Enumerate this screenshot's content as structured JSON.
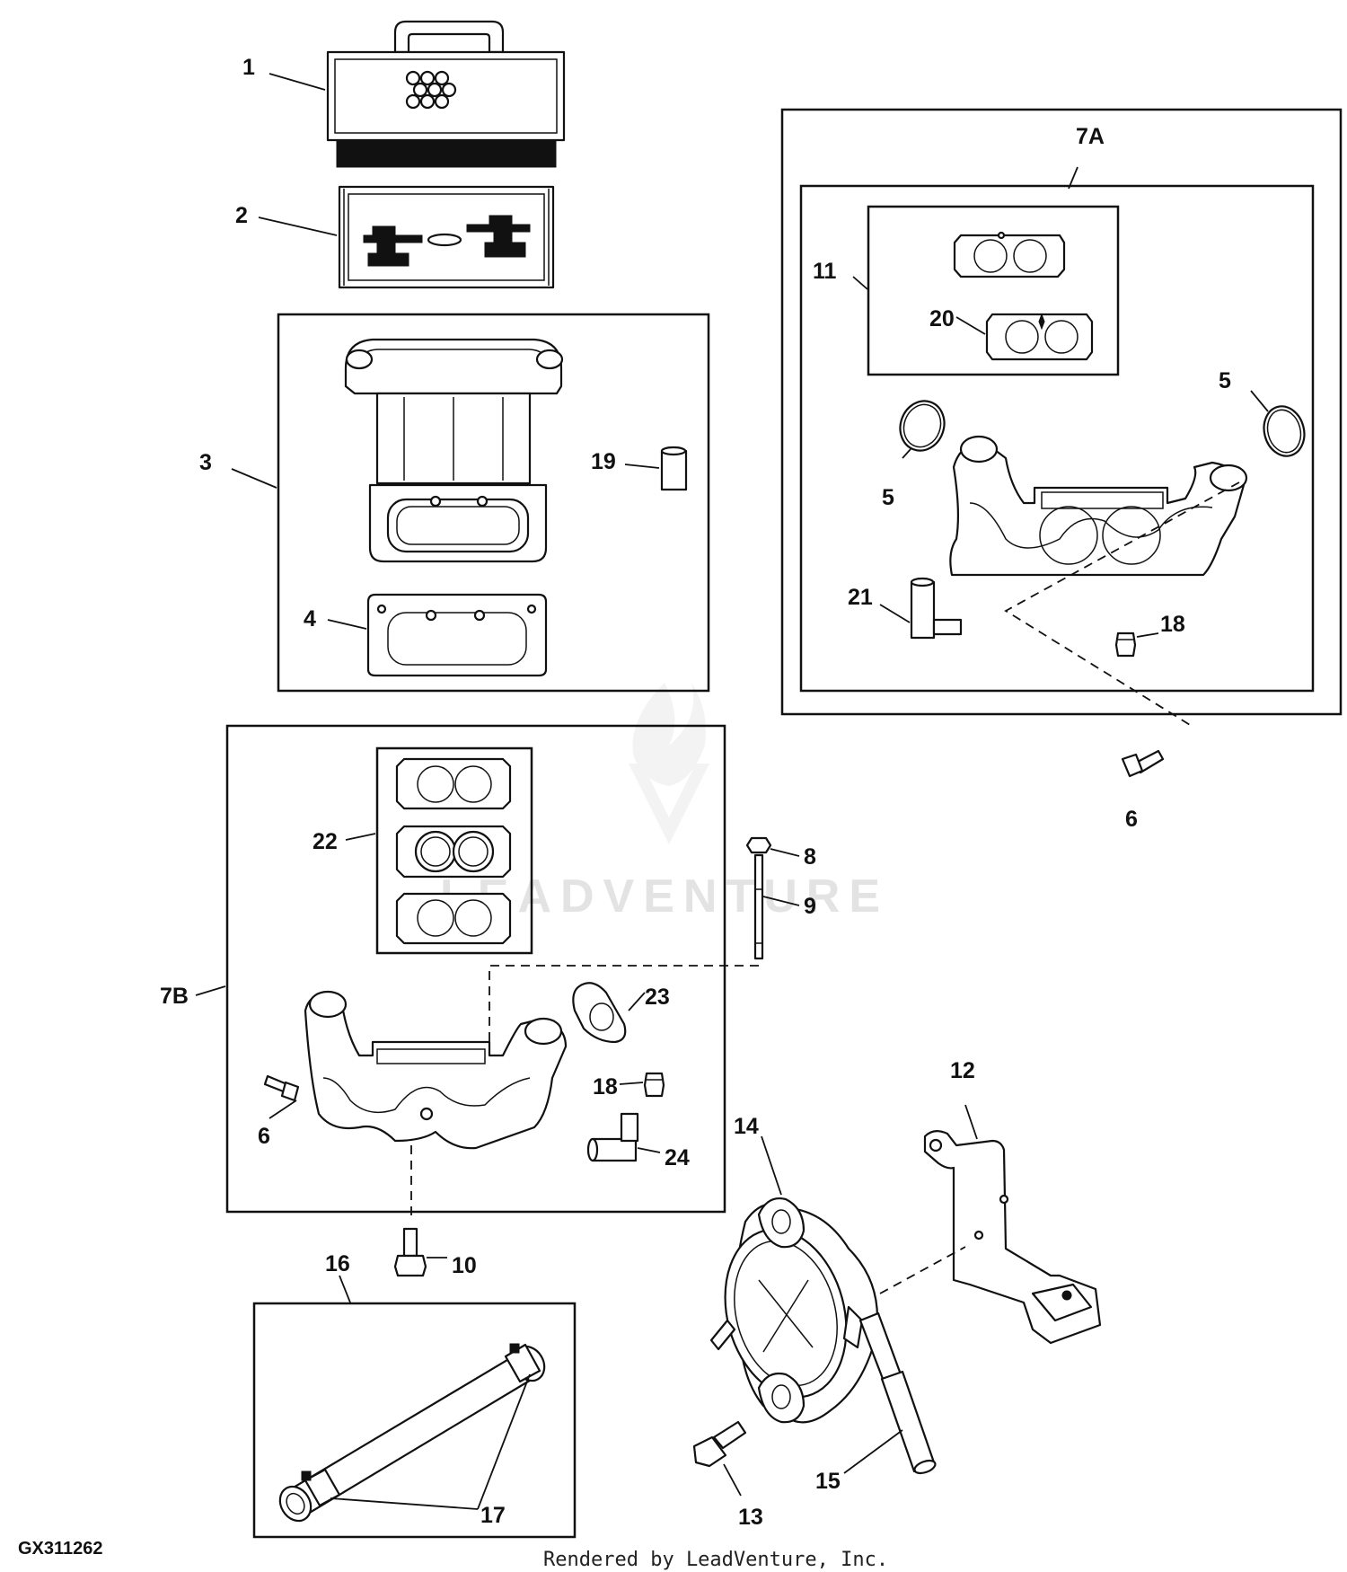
{
  "diagram": {
    "figure_id": "GX311262",
    "credit": "Rendered by LeadVenture, Inc.",
    "watermark": "LEADVENTURE",
    "callouts": {
      "c1": "1",
      "c2": "2",
      "c3": "3",
      "c4": "4",
      "c5a": "5",
      "c5b": "5",
      "c6a": "6",
      "c6b": "6",
      "c7a": "7A",
      "c7b": "7B",
      "c8": "8",
      "c9": "9",
      "c10": "10",
      "c11": "11",
      "c12": "12",
      "c13": "13",
      "c14": "14",
      "c15": "15",
      "c16": "16",
      "c17": "17",
      "c18a": "18",
      "c18b": "18",
      "c19": "19",
      "c20": "20",
      "c21": "21",
      "c22": "22",
      "c23": "23",
      "c24": "24"
    }
  }
}
